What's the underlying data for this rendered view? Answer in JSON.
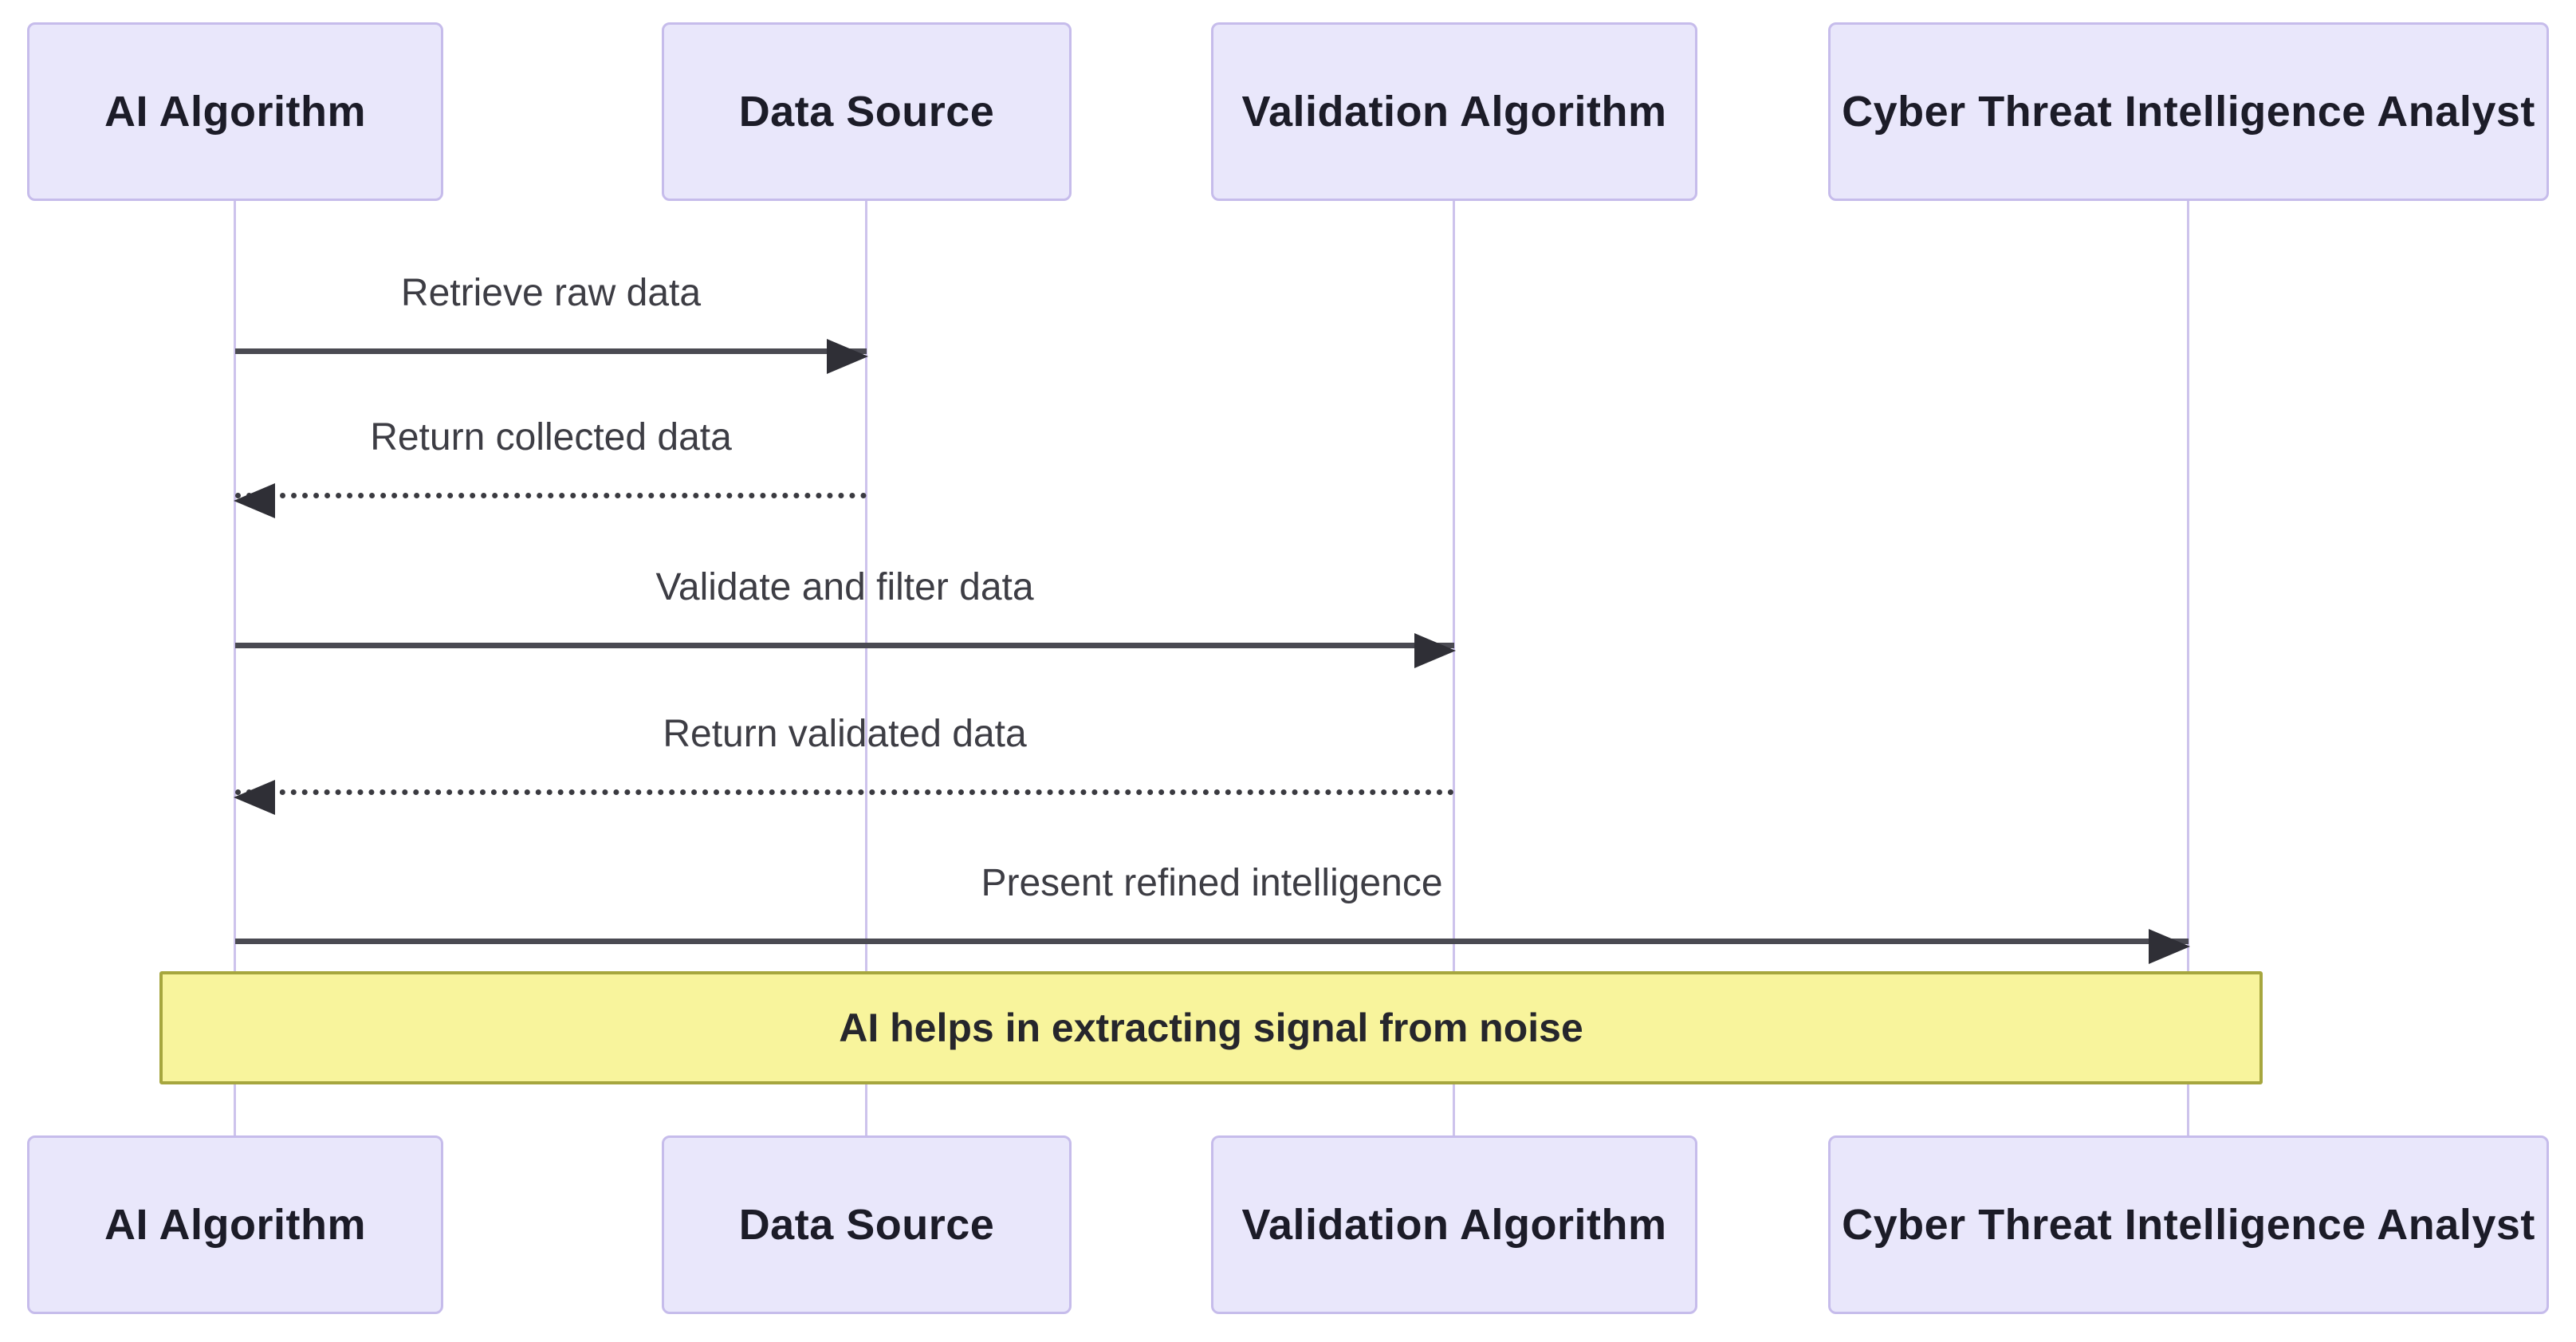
{
  "diagram": {
    "type": "sequence-diagram",
    "participants": [
      {
        "name": "AI Algorithm"
      },
      {
        "name": "Data Source"
      },
      {
        "name": "Validation Algorithm"
      },
      {
        "name": "Cyber Threat Intelligence Analyst"
      }
    ],
    "messages": [
      {
        "from": "AI Algorithm",
        "to": "Data Source",
        "label": "Retrieve raw data",
        "line": "solid",
        "direction": "right"
      },
      {
        "from": "Data Source",
        "to": "AI Algorithm",
        "label": "Return collected data",
        "line": "dotted",
        "direction": "left"
      },
      {
        "from": "AI Algorithm",
        "to": "Validation Algorithm",
        "label": "Validate and filter data",
        "line": "solid",
        "direction": "right"
      },
      {
        "from": "Validation Algorithm",
        "to": "AI Algorithm",
        "label": "Return validated data",
        "line": "dotted",
        "direction": "left"
      },
      {
        "from": "AI Algorithm",
        "to": "Cyber Threat Intelligence Analyst",
        "label": "Present refined intelligence",
        "line": "solid",
        "direction": "right"
      }
    ],
    "note": {
      "text": "AI helps in extracting signal from noise",
      "position": "over all participants"
    },
    "colors": {
      "actor_fill": "#e9e7fb",
      "actor_border": "#c6bceb",
      "lifeline": "#cdc3ec",
      "arrow": "#4a4a52",
      "note_fill": "#f8f49c",
      "note_border": "#a6a63e",
      "background": "#ffffff"
    }
  }
}
